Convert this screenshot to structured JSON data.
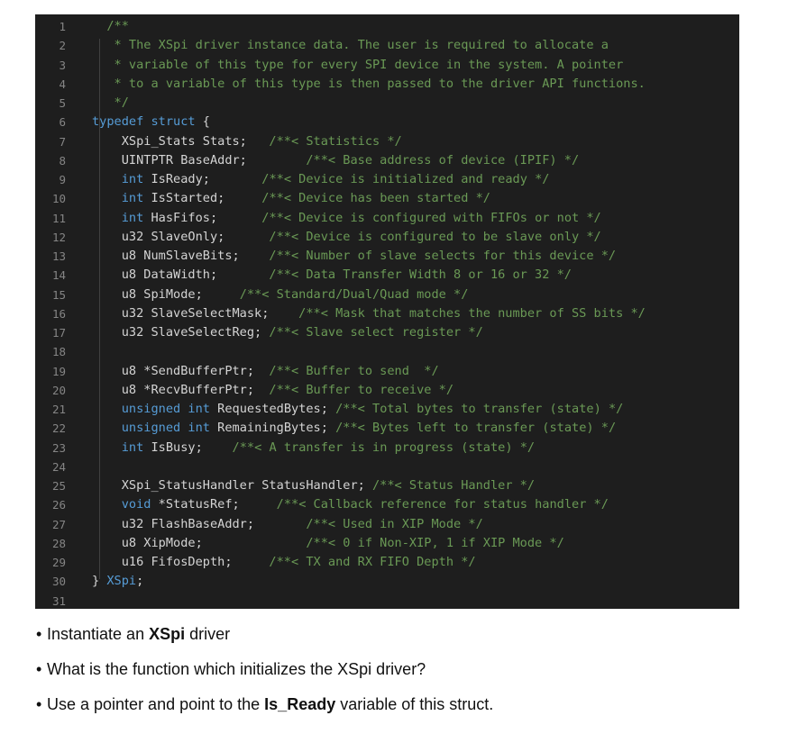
{
  "code": {
    "lines": [
      {
        "n": "1",
        "tokens": [
          {
            "t": "  /**",
            "c": "cm"
          }
        ]
      },
      {
        "n": "2",
        "tokens": [
          {
            "t": "   * The XSpi driver instance data. The user is required to allocate a",
            "c": "cm"
          }
        ]
      },
      {
        "n": "3",
        "tokens": [
          {
            "t": "   * variable of this type for every SPI device in the system. A pointer",
            "c": "cm"
          }
        ]
      },
      {
        "n": "4",
        "tokens": [
          {
            "t": "   * to a variable of this type is then passed to the driver API functions.",
            "c": "cm"
          }
        ]
      },
      {
        "n": "5",
        "tokens": [
          {
            "t": "   */",
            "c": "cm"
          }
        ]
      },
      {
        "n": "6",
        "tokens": [
          {
            "t": "typedef",
            "c": "kw"
          },
          {
            "t": " ",
            "c": "pn"
          },
          {
            "t": "struct",
            "c": "kw"
          },
          {
            "t": " {",
            "c": "pn"
          }
        ]
      },
      {
        "n": "7",
        "tokens": [
          {
            "t": "    XSpi_Stats Stats;   ",
            "c": "id"
          },
          {
            "t": "/**< Statistics */",
            "c": "cm"
          }
        ]
      },
      {
        "n": "8",
        "tokens": [
          {
            "t": "    UINTPTR BaseAddr;        ",
            "c": "id"
          },
          {
            "t": "/**< Base address of device (IPIF) */",
            "c": "cm"
          }
        ]
      },
      {
        "n": "9",
        "tokens": [
          {
            "t": "    ",
            "c": "pn"
          },
          {
            "t": "int",
            "c": "kw"
          },
          {
            "t": " IsReady;       ",
            "c": "id"
          },
          {
            "t": "/**< Device is initialized and ready */",
            "c": "cm"
          }
        ]
      },
      {
        "n": "10",
        "tokens": [
          {
            "t": "    ",
            "c": "pn"
          },
          {
            "t": "int",
            "c": "kw"
          },
          {
            "t": " IsStarted;     ",
            "c": "id"
          },
          {
            "t": "/**< Device has been started */",
            "c": "cm"
          }
        ]
      },
      {
        "n": "11",
        "tokens": [
          {
            "t": "    ",
            "c": "pn"
          },
          {
            "t": "int",
            "c": "kw"
          },
          {
            "t": " HasFifos;      ",
            "c": "id"
          },
          {
            "t": "/**< Device is configured with FIFOs or not */",
            "c": "cm"
          }
        ]
      },
      {
        "n": "12",
        "tokens": [
          {
            "t": "    u32 SlaveOnly;      ",
            "c": "id"
          },
          {
            "t": "/**< Device is configured to be slave only */",
            "c": "cm"
          }
        ]
      },
      {
        "n": "13",
        "tokens": [
          {
            "t": "    u8 NumSlaveBits;    ",
            "c": "id"
          },
          {
            "t": "/**< Number of slave selects for this device */",
            "c": "cm"
          }
        ]
      },
      {
        "n": "14",
        "tokens": [
          {
            "t": "    u8 DataWidth;       ",
            "c": "id"
          },
          {
            "t": "/**< Data Transfer Width 8 or 16 or 32 */",
            "c": "cm"
          }
        ]
      },
      {
        "n": "15",
        "tokens": [
          {
            "t": "    u8 SpiMode;     ",
            "c": "id"
          },
          {
            "t": "/**< Standard/Dual/Quad mode */",
            "c": "cm"
          }
        ]
      },
      {
        "n": "16",
        "tokens": [
          {
            "t": "    u32 SlaveSelectMask;    ",
            "c": "id"
          },
          {
            "t": "/**< Mask that matches the number of SS bits */",
            "c": "cm"
          }
        ]
      },
      {
        "n": "17",
        "tokens": [
          {
            "t": "    u32 SlaveSelectReg; ",
            "c": "id"
          },
          {
            "t": "/**< Slave select register */",
            "c": "cm"
          }
        ]
      },
      {
        "n": "18",
        "tokens": []
      },
      {
        "n": "19",
        "tokens": [
          {
            "t": "    u8 *SendBufferPtr;  ",
            "c": "id"
          },
          {
            "t": "/**< Buffer to send  */",
            "c": "cm"
          }
        ]
      },
      {
        "n": "20",
        "tokens": [
          {
            "t": "    u8 *RecvBufferPtr;  ",
            "c": "id"
          },
          {
            "t": "/**< Buffer to receive */",
            "c": "cm"
          }
        ]
      },
      {
        "n": "21",
        "tokens": [
          {
            "t": "    ",
            "c": "pn"
          },
          {
            "t": "unsigned",
            "c": "kw"
          },
          {
            "t": " ",
            "c": "pn"
          },
          {
            "t": "int",
            "c": "kw"
          },
          {
            "t": " RequestedBytes; ",
            "c": "id"
          },
          {
            "t": "/**< Total bytes to transfer (state) */",
            "c": "cm"
          }
        ]
      },
      {
        "n": "22",
        "tokens": [
          {
            "t": "    ",
            "c": "pn"
          },
          {
            "t": "unsigned",
            "c": "kw"
          },
          {
            "t": " ",
            "c": "pn"
          },
          {
            "t": "int",
            "c": "kw"
          },
          {
            "t": " RemainingBytes; ",
            "c": "id"
          },
          {
            "t": "/**< Bytes left to transfer (state) */",
            "c": "cm"
          }
        ]
      },
      {
        "n": "23",
        "tokens": [
          {
            "t": "    ",
            "c": "pn"
          },
          {
            "t": "int",
            "c": "kw"
          },
          {
            "t": " IsBusy;    ",
            "c": "id"
          },
          {
            "t": "/**< A transfer is in progress (state) */",
            "c": "cm"
          }
        ]
      },
      {
        "n": "24",
        "tokens": []
      },
      {
        "n": "25",
        "tokens": [
          {
            "t": "    XSpi_StatusHandler StatusHandler; ",
            "c": "id"
          },
          {
            "t": "/**< Status Handler */",
            "c": "cm"
          }
        ]
      },
      {
        "n": "26",
        "tokens": [
          {
            "t": "    ",
            "c": "pn"
          },
          {
            "t": "void",
            "c": "kw"
          },
          {
            "t": " *StatusRef;     ",
            "c": "id"
          },
          {
            "t": "/**< Callback reference for status handler */",
            "c": "cm"
          }
        ]
      },
      {
        "n": "27",
        "tokens": [
          {
            "t": "    u32 FlashBaseAddr;       ",
            "c": "id"
          },
          {
            "t": "/**< Used in XIP Mode */",
            "c": "cm"
          }
        ]
      },
      {
        "n": "28",
        "tokens": [
          {
            "t": "    u8 XipMode;              ",
            "c": "id"
          },
          {
            "t": "/**< 0 if Non-XIP, 1 if XIP Mode */",
            "c": "cm"
          }
        ]
      },
      {
        "n": "29",
        "tokens": [
          {
            "t": "    u16 FifosDepth;     ",
            "c": "id"
          },
          {
            "t": "/**< TX and RX FIFO Depth */",
            "c": "cm"
          }
        ]
      },
      {
        "n": "30",
        "tokens": [
          {
            "t": "} ",
            "c": "pn"
          },
          {
            "t": "XSpi",
            "c": "kw"
          },
          {
            "t": ";",
            "c": "pn"
          }
        ]
      },
      {
        "n": "31",
        "tokens": []
      }
    ]
  },
  "tasks": {
    "bullet_glyph": "•",
    "items": [
      {
        "pre": "Instantiate an ",
        "bold": "XSpi",
        "post": " driver"
      },
      {
        "pre": "What is the function which initializes the XSpi driver?",
        "bold": "",
        "post": ""
      },
      {
        "pre": "Use a pointer and point to the ",
        "bold": "Is_Ready",
        "post": " variable of this struct."
      }
    ]
  },
  "colors": {
    "code_background": "#1e1e1e",
    "keyword": "#569cd6",
    "comment": "#6a9955",
    "text": "#d4d4d4",
    "line_number": "#858585"
  }
}
